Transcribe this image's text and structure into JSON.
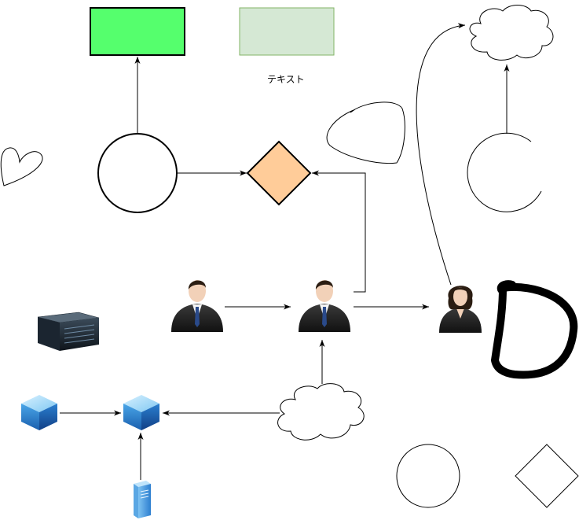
{
  "diagram": {
    "text_label": "テキスト",
    "colors": {
      "green_box_fill": "#55ff6d",
      "pale_box_fill": "#d5e8d4",
      "pale_box_stroke": "#82b366",
      "diamond_fill": "#ffcc99",
      "stroke": "#000000",
      "cube_top": "#9fd8f7",
      "cube_side": "#1b6fbf"
    },
    "nodes": [
      {
        "id": "green-box",
        "shape": "rectangle"
      },
      {
        "id": "pale-green-box",
        "shape": "rectangle"
      },
      {
        "id": "text-label",
        "shape": "text"
      },
      {
        "id": "sketch-heart",
        "shape": "heart"
      },
      {
        "id": "circle-main",
        "shape": "circle"
      },
      {
        "id": "orange-diamond",
        "shape": "rhombus"
      },
      {
        "id": "sketch-blob",
        "shape": "freehand"
      },
      {
        "id": "cloud-top-right",
        "shape": "cloud"
      },
      {
        "id": "partial-circle",
        "shape": "arc"
      },
      {
        "id": "server-rack",
        "shape": "server-rack-icon"
      },
      {
        "id": "businessman-1",
        "shape": "businessman-icon"
      },
      {
        "id": "businessman-2",
        "shape": "businessman-icon"
      },
      {
        "id": "businesswoman",
        "shape": "businesswoman-icon"
      },
      {
        "id": "freehand-d",
        "shape": "freehand"
      },
      {
        "id": "cube-left",
        "shape": "cube-icon"
      },
      {
        "id": "cube-center",
        "shape": "cube-icon"
      },
      {
        "id": "cloud-bottom",
        "shape": "cloud"
      },
      {
        "id": "server-tower",
        "shape": "server-tower-icon"
      },
      {
        "id": "circle-bottom",
        "shape": "circle"
      },
      {
        "id": "diamond-bottom",
        "shape": "rhombus"
      }
    ],
    "edges": [
      {
        "from": "circle-main",
        "to": "green-box"
      },
      {
        "from": "circle-main",
        "to": "orange-diamond"
      },
      {
        "from": "businessman-2",
        "to": "orange-diamond"
      },
      {
        "from": "businessman-1",
        "to": "businessman-2"
      },
      {
        "from": "businessman-2",
        "to": "businesswoman"
      },
      {
        "from": "businesswoman",
        "to": "cloud-top-right"
      },
      {
        "from": "partial-circle",
        "to": "cloud-top-right"
      },
      {
        "from": "cloud-bottom",
        "to": "businessman-2"
      },
      {
        "from": "cloud-bottom",
        "to": "cube-center"
      },
      {
        "from": "cube-left",
        "to": "cube-center"
      },
      {
        "from": "server-tower",
        "to": "cube-center"
      }
    ]
  }
}
